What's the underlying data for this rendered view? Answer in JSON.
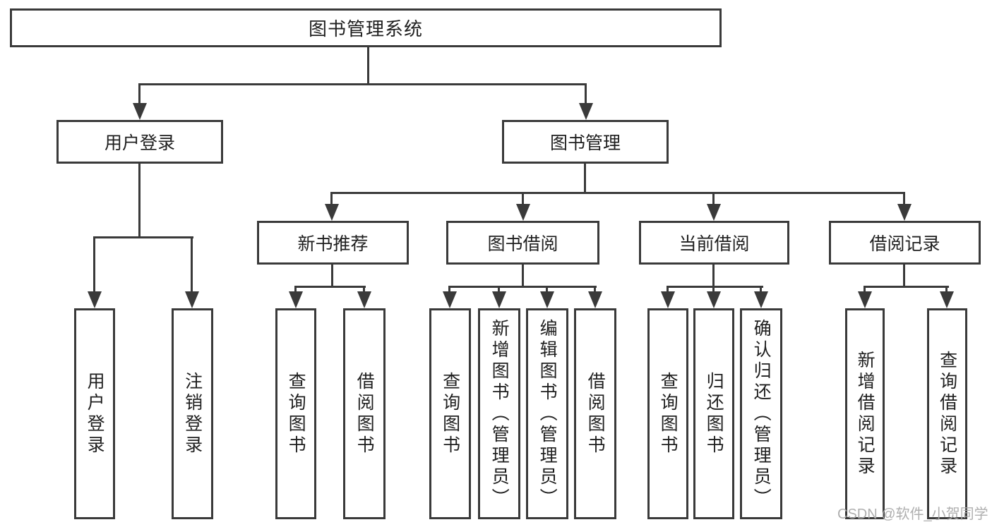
{
  "diagram": {
    "root": {
      "label": "图书管理系统"
    },
    "branches": [
      {
        "label": "用户登录",
        "children": [
          {
            "label": "用户登录"
          },
          {
            "label": "注销登录"
          }
        ]
      },
      {
        "label": "图书管理",
        "children": [
          {
            "label": "新书推荐",
            "children": [
              {
                "label": "查询图书"
              },
              {
                "label": "借阅图书"
              }
            ]
          },
          {
            "label": "图书借阅",
            "children": [
              {
                "label": "查询图书"
              },
              {
                "label": "新增图书（管理员）"
              },
              {
                "label": "编辑图书（管理员）"
              },
              {
                "label": "借阅图书"
              }
            ]
          },
          {
            "label": "当前借阅",
            "children": [
              {
                "label": "查询图书"
              },
              {
                "label": "归还图书"
              },
              {
                "label": "确认归还（管理员）"
              }
            ]
          },
          {
            "label": "借阅记录",
            "children": [
              {
                "label": "新增借阅记录"
              },
              {
                "label": "查询借阅记录"
              }
            ]
          }
        ]
      }
    ]
  },
  "watermark": {
    "text": "CSDN @软件_小贺同学"
  },
  "colors": {
    "line": "#3a3a3a",
    "text": "#1f1f1f",
    "background": "#ffffff",
    "watermark": "#ababab"
  }
}
